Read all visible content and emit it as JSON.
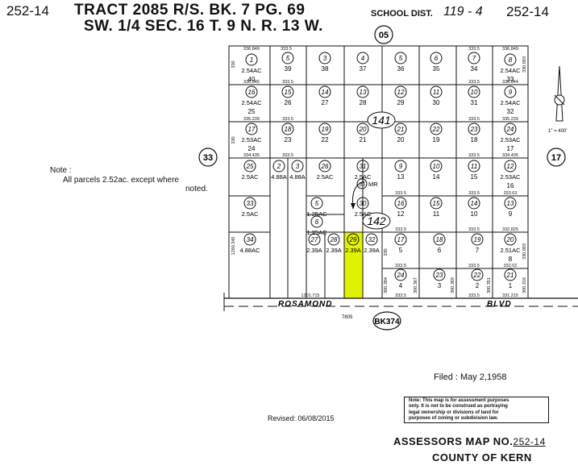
{
  "header": {
    "map_no_left": "252-14",
    "tract_line": "TRACT 2085 R/S. BK. 7 PG. 69",
    "section_line": "SW. 1/4 SEC. 16 T. 9 N. R. 13 W.",
    "school_dist_label": "SCHOOL DIST.",
    "school_dist_value": "119 - 4",
    "map_no_right": "252-14"
  },
  "note": {
    "title": "Note :",
    "line1": "All parcels 2.52ac. except where",
    "line2": "noted."
  },
  "road_labels": {
    "top": "05",
    "left": "33",
    "right": "17",
    "bottom": "BK374",
    "street1": "ROSAMOND",
    "street2": "BLVD",
    "road_code": "7805"
  },
  "books": {
    "b141": "141",
    "b142": "142"
  },
  "scale": {
    "label": "1\" = 400'"
  },
  "filed": {
    "label": "Filed : May 2,1958"
  },
  "revised": {
    "label": "Revised: 06/08/2015"
  },
  "disclaimer": {
    "line1": "Note: This map is for assessment purposes",
    "line2": "only. It is not to be construed as portraying",
    "line3": "legal ownership or divisions of land for",
    "line4": "purposes of zoning or subdivision law."
  },
  "footer": {
    "title_prefix": "ASSESSORS MAP NO.",
    "title_no": "252-14",
    "county": "COUNTY OF KERN"
  },
  "highlight_color": "#dff200",
  "parcels": [
    {
      "n": "1",
      "lot": "40",
      "acre": "2.54AC"
    },
    {
      "n": "5",
      "lot": "39"
    },
    {
      "n": "3",
      "lot": "38"
    },
    {
      "n": "4",
      "lot": "37"
    },
    {
      "n": "5",
      "lot": "36"
    },
    {
      "n": "6",
      "lot": "35"
    },
    {
      "n": "7",
      "lot": "34"
    },
    {
      "n": "8",
      "lot": "33",
      "acre": "2.54AC"
    },
    {
      "n": "16",
      "lot": "25",
      "acre": "2.54AC"
    },
    {
      "n": "15",
      "lot": "26"
    },
    {
      "n": "14",
      "lot": "27"
    },
    {
      "n": "13",
      "lot": "28"
    },
    {
      "n": "12",
      "lot": "29"
    },
    {
      "n": "11",
      "lot": "30"
    },
    {
      "n": "10",
      "lot": "31"
    },
    {
      "n": "9",
      "lot": "32",
      "acre": "2.54AC"
    },
    {
      "n": "17",
      "lot": "24",
      "acre": "2.53AC"
    },
    {
      "n": "18",
      "lot": "23"
    },
    {
      "n": "19",
      "lot": "22"
    },
    {
      "n": "20",
      "lot": "21"
    },
    {
      "n": "21",
      "lot": "20"
    },
    {
      "n": "22",
      "lot": "19"
    },
    {
      "n": "23",
      "lot": "18"
    },
    {
      "n": "24",
      "lot": "17",
      "acre": "2.53AC"
    },
    {
      "n": "25",
      "acre": "2.5AC"
    },
    {
      "n": "2",
      "acre": "4.88A"
    },
    {
      "n": "3",
      "acre": "4.88A"
    },
    {
      "n": "26",
      "acre": "2.5AC"
    },
    {
      "n": "31",
      "acre": "2.5AC"
    },
    {
      "n": "9",
      "lot": "13"
    },
    {
      "n": "10",
      "lot": "14"
    },
    {
      "n": "11",
      "lot": "15"
    },
    {
      "n": "12",
      "lot": "16",
      "acre": "2.53AC"
    },
    {
      "n": "33",
      "acre": "2.5AC"
    },
    {
      "n": "5",
      "acre": "1.25AC"
    },
    {
      "n": "30",
      "acre": "2.5AC"
    },
    {
      "n": "16",
      "lot": "12"
    },
    {
      "n": "15",
      "lot": "11"
    },
    {
      "n": "14",
      "lot": "10"
    },
    {
      "n": "13",
      "lot": "9"
    },
    {
      "n": "6",
      "acre": "1.25AC"
    },
    {
      "n": "34",
      "acre": "4.88AC"
    },
    {
      "n": "27",
      "acre": "2.39A"
    },
    {
      "n": "28",
      "acre": "2.39A"
    },
    {
      "n": "29",
      "acre": "2.39A"
    },
    {
      "n": "32",
      "acre": "2.39A"
    },
    {
      "n": "17",
      "lot": "5"
    },
    {
      "n": "18",
      "lot": "6"
    },
    {
      "n": "19",
      "lot": "7"
    },
    {
      "n": "20",
      "lot": "8",
      "acre": "2.51AC"
    },
    {
      "n": "24",
      "lot": "4"
    },
    {
      "n": "23",
      "lot": "3"
    },
    {
      "n": "22",
      "lot": "2"
    },
    {
      "n": "21",
      "lot": "1"
    },
    {
      "n": "35",
      "acre": "MR"
    }
  ],
  "dimensions": {
    "d1": "336.849",
    "d2": "333.5",
    "d3": "333.5",
    "d4": "336.849",
    "d5": "336.045",
    "d6": "333.5",
    "d7": "333.5",
    "d8": "336.044",
    "d9": "335.239",
    "d10": "333.5",
    "d11": "333.5",
    "d12": "335.239",
    "d13": "334.435",
    "d14": "333.5",
    "d15": "333.5",
    "d16": "334.435",
    "d17": "333.5",
    "d18": "333.5",
    "d19": "333.63",
    "d20": "333.5",
    "d21": "333.5",
    "d22": "332.825",
    "d23": "333.5",
    "d24": "333.5",
    "d25": "332.02",
    "d26": "333.5",
    "d27": "333.5",
    "d28": "331.215",
    "d29": "1301.715",
    "d30": "1290.345",
    "v1": "330",
    "v2": "330",
    "v3": "330",
    "v4": "300.384",
    "v5": "300.367",
    "v6": "300.369",
    "v7": "300.351",
    "v8": "300.316",
    "v9": "330.003",
    "v10": "330.003"
  }
}
